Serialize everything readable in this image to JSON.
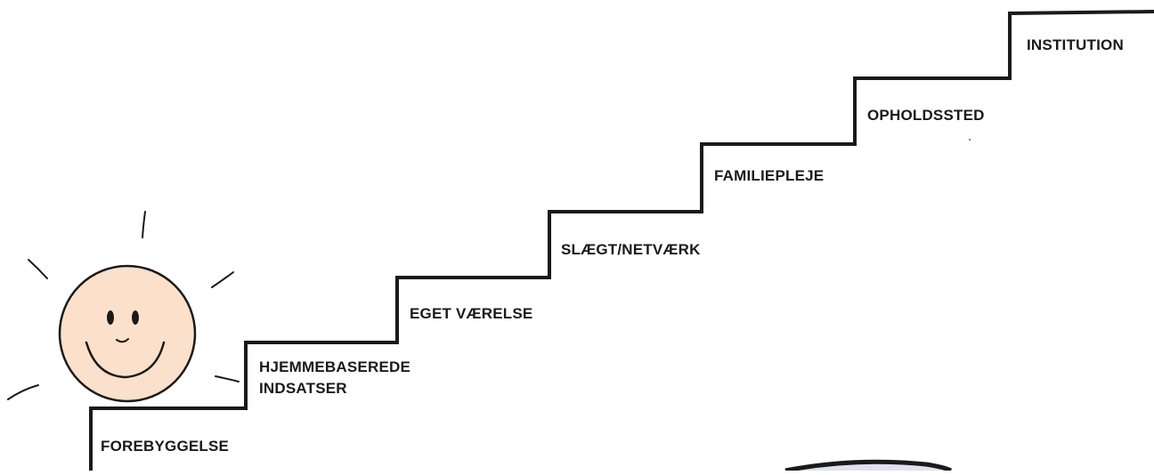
{
  "diagram": {
    "steps": [
      {
        "id": "forebyggelse",
        "lines": [
          "FOREBYGGELSE"
        ]
      },
      {
        "id": "hjemmebaserede",
        "lines": [
          "HJEMMEBASEREDE",
          "INDSATSER"
        ]
      },
      {
        "id": "eget-vaerelse",
        "lines": [
          "EGET VÆRELSE"
        ]
      },
      {
        "id": "slaegt-netvaerk",
        "lines": [
          "SLÆGT/NETVÆRK"
        ]
      },
      {
        "id": "familiepleje",
        "lines": [
          "FAMILIEPLEJE"
        ]
      },
      {
        "id": "opholdssted",
        "lines": [
          "OPHOLDSSTED"
        ]
      },
      {
        "id": "institution",
        "lines": [
          "INSTITUTION"
        ]
      }
    ],
    "smiley": {
      "face_color": "#fbe1cb",
      "stroke_color": "#1a1a1a"
    },
    "staircase_color": "#1a1a1a"
  }
}
